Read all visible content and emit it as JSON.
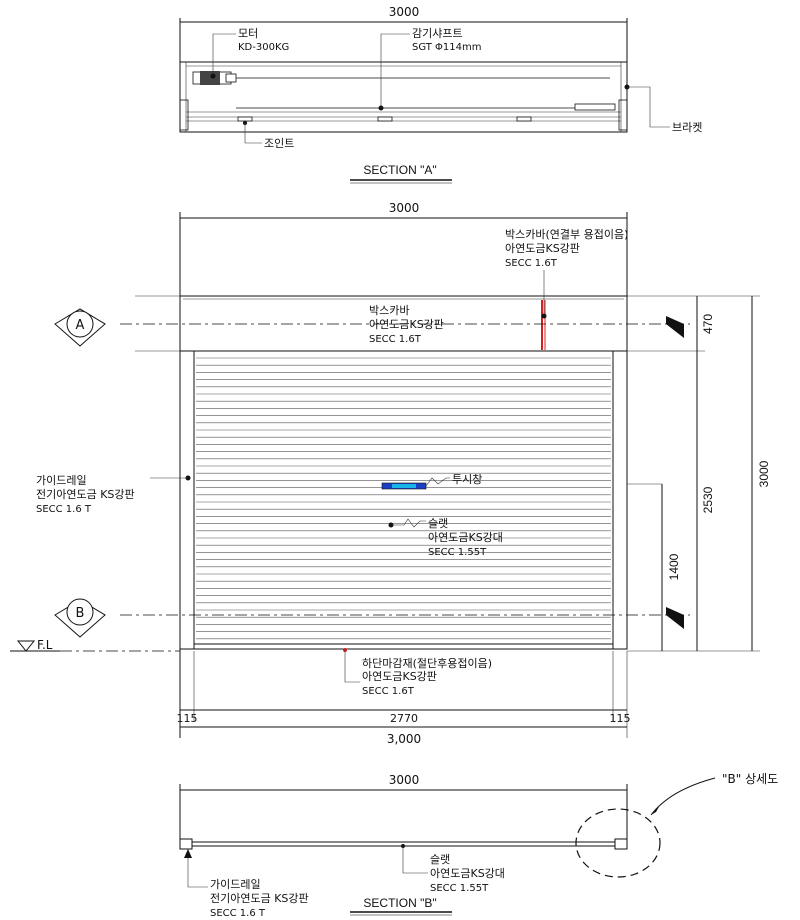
{
  "section_a": {
    "dim_top": "3000",
    "motor_label": "모터",
    "motor_model": "KD-300KG",
    "shaft_label": "감기샤프트",
    "shaft_spec": "SGT Φ114mm",
    "bracket_label": "브라켓",
    "joint_label": "조인트",
    "title": "SECTION \"A\""
  },
  "elevation": {
    "dim_top": "3000",
    "boxcover_joint_label": "박스카바(연결부 용접이음)",
    "boxcover_joint_mat": "아연도금KS강판",
    "boxcover_joint_spec": "SECC 1.6T",
    "boxcover_label": "박스카바",
    "boxcover_mat": "아연도금KS강판",
    "boxcover_spec": "SECC 1.6T",
    "marker_a": "A",
    "marker_b": "B",
    "fl_label": "F.L",
    "guide_label": "가이드레일",
    "guide_mat": "전기아연도금 KS강판",
    "guide_spec": "SECC 1.6 T",
    "window_label": "투시창",
    "slat_label": "슬랫",
    "slat_mat": "아연도금KS강대",
    "slat_spec": "SECC 1.55T",
    "bottom_label": "하단마감재(절단후용접이음)",
    "bottom_mat": "아연도금KS강판",
    "bottom_spec": "SECC 1.6T",
    "dim_470": "470",
    "dim_2530": "2530",
    "dim_3000_v": "3000",
    "dim_1400": "1400",
    "dim_115_left": "115",
    "dim_2770": "2770",
    "dim_115_right": "115",
    "dim_total": "3,000"
  },
  "section_b": {
    "dim_top": "3000",
    "detail_label": "\"B\" 상세도",
    "slat_label": "슬랫",
    "slat_mat": "아연도금KS강대",
    "slat_spec": "SECC 1.55T",
    "guide_label": "가이드레일",
    "guide_mat": "전기아연도금 KS강판",
    "guide_spec": "SECC 1.6 T",
    "title": "SECTION \"B\""
  },
  "colors": {
    "line": "#111111",
    "red_mark": "#d42020",
    "window_blue": "#1a3fc4",
    "window_cyan": "#19b5e8"
  }
}
